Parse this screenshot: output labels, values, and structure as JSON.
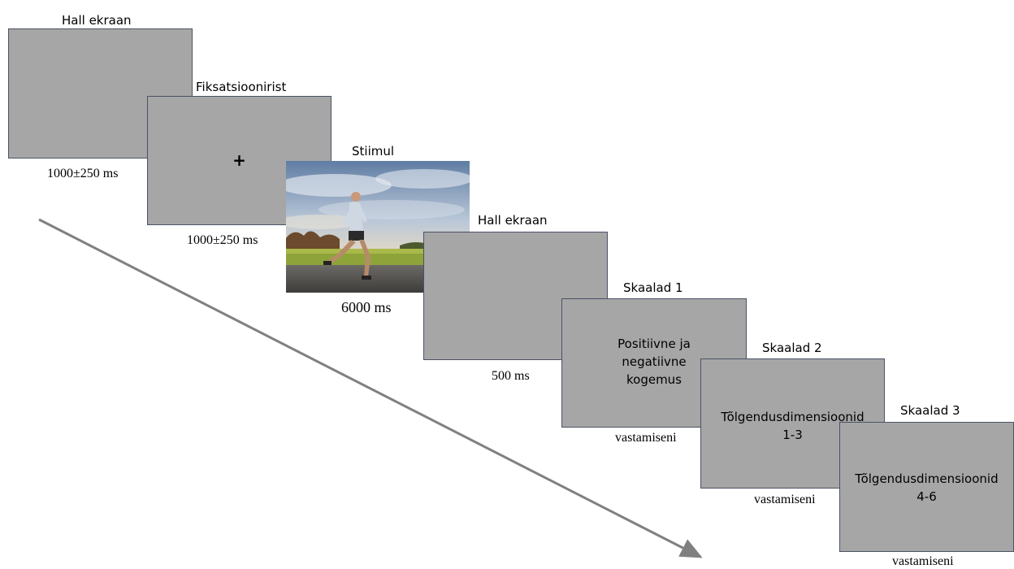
{
  "steps": [
    {
      "label": "Hall ekraan",
      "duration": "1000±250 ms",
      "content": ""
    },
    {
      "label": "Fiksatsioonirist",
      "duration": "1000±250 ms",
      "content": "+"
    },
    {
      "label": "Stiimul",
      "duration": "6000 ms",
      "content": ""
    },
    {
      "label": "Hall ekraan",
      "duration": "500 ms",
      "content": ""
    },
    {
      "label": "Skaalad 1",
      "duration": "vastamiseni",
      "content_lines": [
        "Positiivne ja",
        "negatiivne",
        "kogemus"
      ]
    },
    {
      "label": "Skaalad 2",
      "duration": "vastamiseni",
      "content_lines": [
        "Tõlgendusdimensioonid",
        "1-3"
      ]
    },
    {
      "label": "Skaalad 3",
      "duration": "vastamiseni",
      "content_lines": [
        "Tõlgendusdimensioonid",
        "4-6"
      ]
    }
  ],
  "colors": {
    "screen_fill": "#a6a6a6",
    "screen_border": "#4a5266",
    "arrow": "#808080"
  },
  "stimulus_image": "runner-photo"
}
